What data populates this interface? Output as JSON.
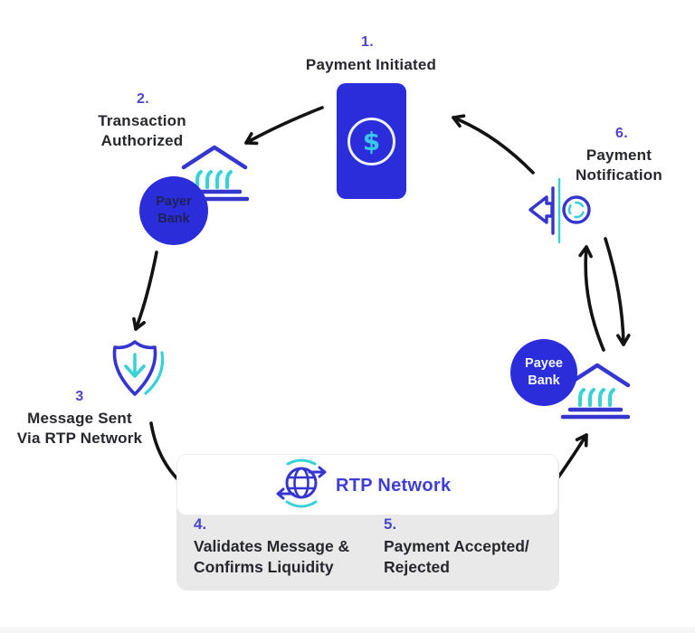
{
  "steps": {
    "s1": {
      "num": "1.",
      "line1": "Payment Initiated"
    },
    "s2": {
      "num": "2.",
      "line1": "Transaction",
      "line2": "Authorized"
    },
    "s3": {
      "num": "3",
      "line1": "Message Sent",
      "line2": "Via RTP Network"
    },
    "s4": {
      "num": "4.",
      "line1": "Validates Message &",
      "line2": "Confirms Liquidity"
    },
    "s5": {
      "num": "5.",
      "line1": "Payment Accepted/",
      "line2": "Rejected"
    },
    "s6": {
      "num": "6.",
      "line1": "Payment",
      "line2": "Notification"
    }
  },
  "nodes": {
    "payer_bank": {
      "line1": "Payer",
      "line2": "Bank"
    },
    "payee_bank": {
      "line1": "Payee",
      "line2": "Bank"
    },
    "rtp_network_label": "RTP Network",
    "phone_symbol": "$"
  },
  "icons": {
    "phone": "smartphone-dollar-icon",
    "payer_bank": "bank-building-icon",
    "shield": "shield-download-icon",
    "globe": "globe-transfer-icon",
    "payee_bank": "bank-building-icon",
    "notification": "payment-send-icon"
  },
  "colors": {
    "primary_blue": "#2b2ddb",
    "icon_blue": "#3535cf",
    "cyan": "#38d2d6",
    "step_number_indigo": "#4f46c8",
    "rtp_label_blue": "#3e3ed6",
    "text_dark": "#26282e",
    "payer_text_navy": "#1d2256",
    "arrow_black": "#131313",
    "gray_panel": "#e9e9e9"
  }
}
